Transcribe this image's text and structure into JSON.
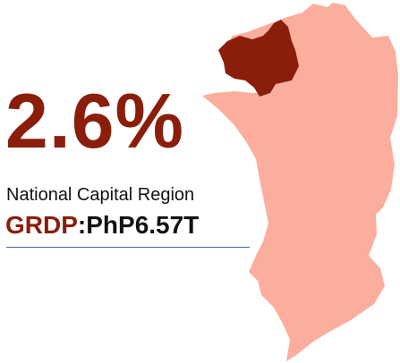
{
  "growth_rate": "2.6%",
  "region_name": "National Capital Region",
  "grdp": {
    "label": "GRDP",
    "separator": ":",
    "value": "PhP6.57T"
  },
  "colors": {
    "region_fill": "#fbae9d",
    "highlight_fill": "#8a1e0b",
    "accent_text": "#8a1e0b",
    "region_text": "#111111",
    "value_text": "#111111",
    "rule": "#3f63a8",
    "background": "#ffffff"
  }
}
